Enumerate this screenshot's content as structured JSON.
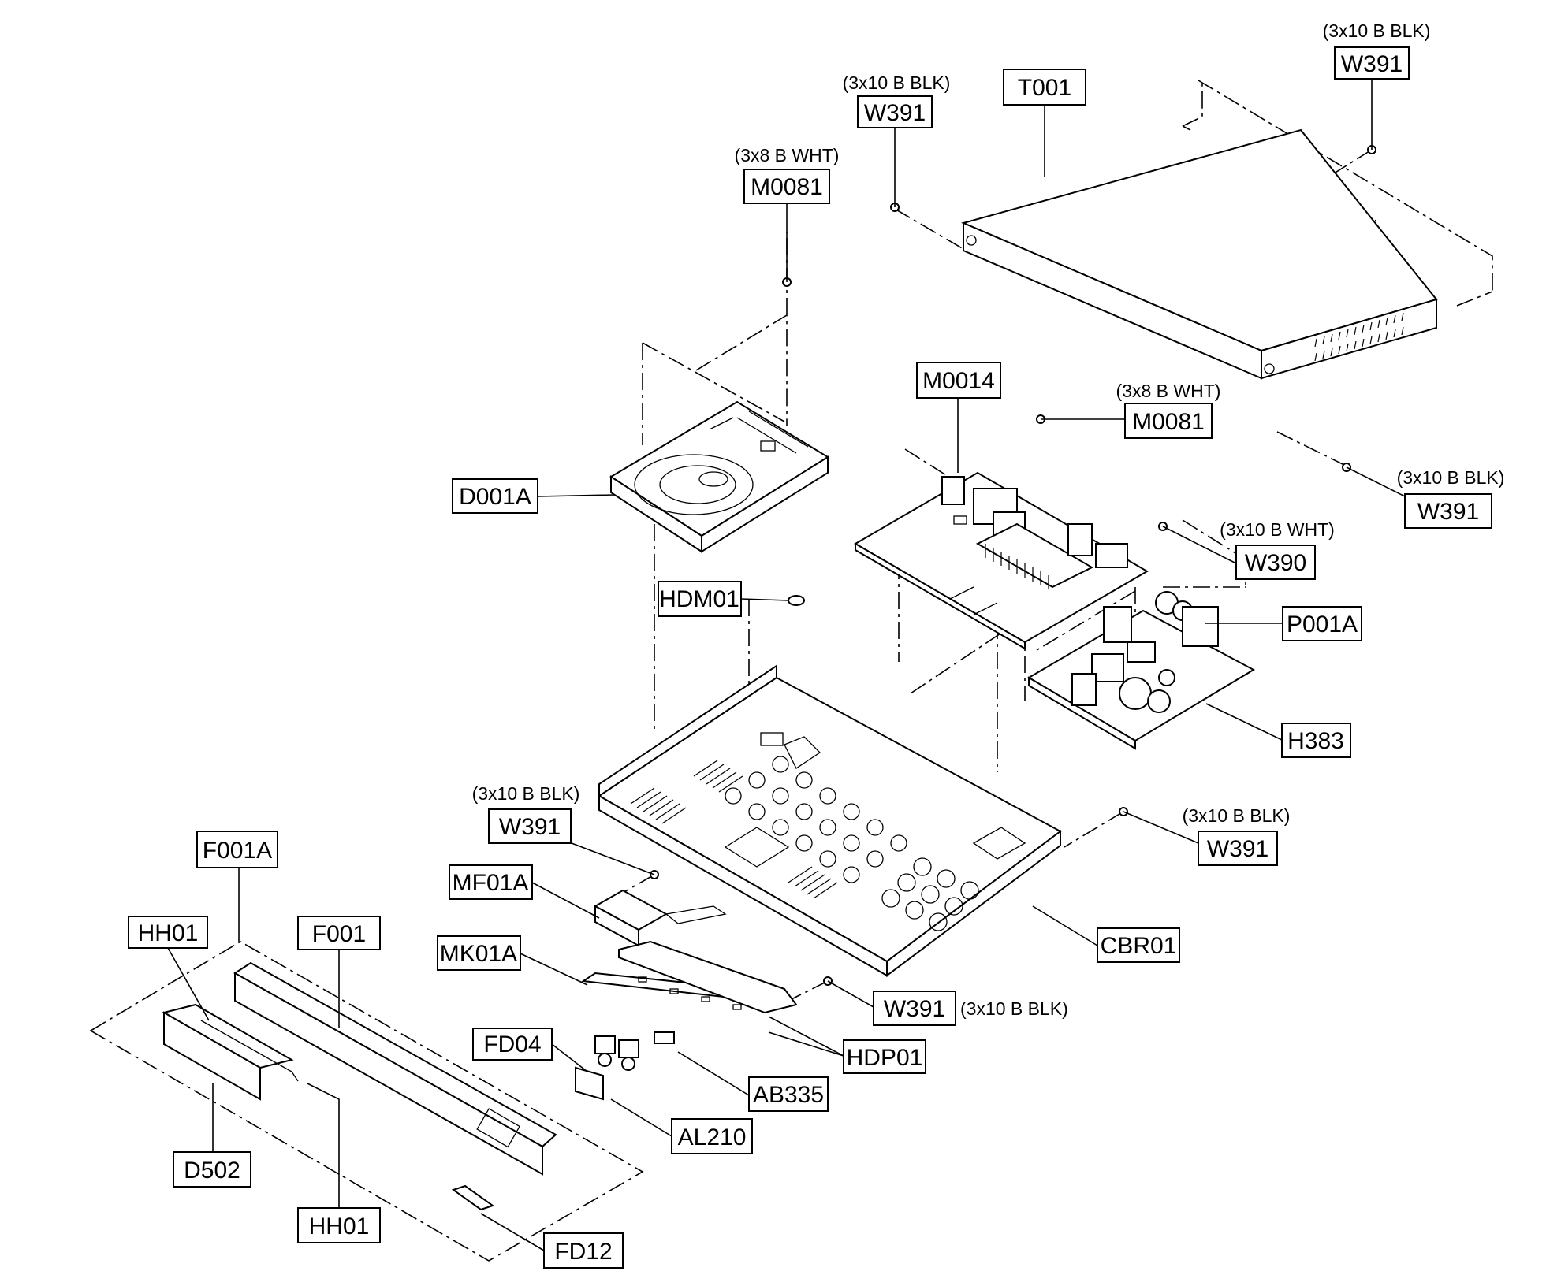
{
  "labels": {
    "w391_tr": "W391",
    "spec_w391_tr": "(3x10 B BLK)",
    "w391_top": "W391",
    "spec_w391_top": "(3x10 B BLK)",
    "t001": "T001",
    "m0081_top": "M0081",
    "spec_m0081_top": "(3x8 B WHT)",
    "m0014": "M0014",
    "m0081_mid": "M0081",
    "spec_m0081_mid": "(3x8 B WHT)",
    "w391_right": "W391",
    "spec_w391_right": "(3x10 B BLK)",
    "d001a": "D001A",
    "w390": "W390",
    "spec_w390": "(3x10 B WHT)",
    "p001a": "P001A",
    "hdm01": "HDM01",
    "h383": "H383",
    "w391_left": "W391",
    "spec_w391_left": "(3x10 B BLK)",
    "w391_rmid": "W391",
    "spec_w391_rmid": "(3x10 B BLK)",
    "f001a": "F001A",
    "mf01a": "MF01A",
    "cbr01": "CBR01",
    "hh01_top": "HH01",
    "f001": "F001",
    "mk01a": "MK01A",
    "w391_bottom": "W391",
    "spec_w391_bottom": "(3x10 B BLK)",
    "fd04": "FD04",
    "hdp01": "HDP01",
    "ab335": "AB335",
    "al210": "AL210",
    "d502": "D502",
    "hh01_bottom": "HH01",
    "fd12": "FD12"
  }
}
